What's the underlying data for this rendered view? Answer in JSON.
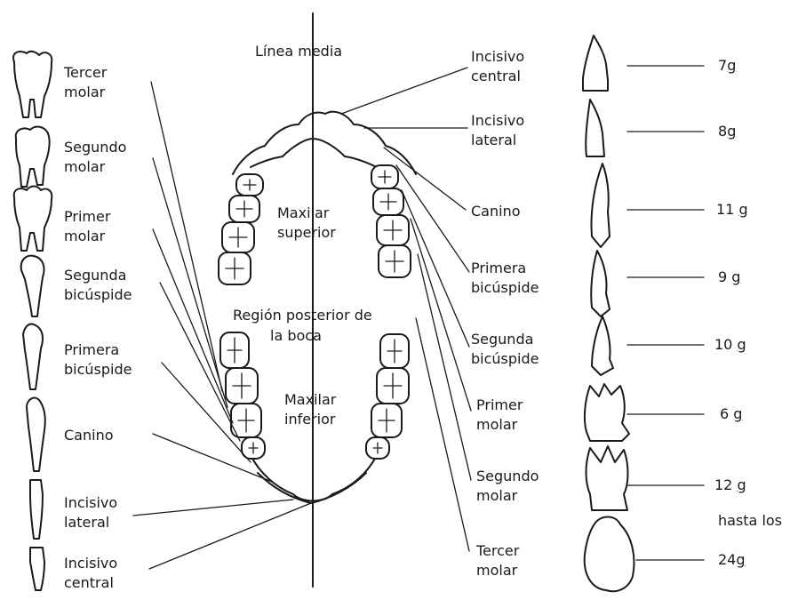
{
  "arch_labels": {
    "midline": "Línea media",
    "upper_jaw": [
      "Maxilar",
      "superior"
    ],
    "posterior_region": [
      "Región posterior de",
      "la boca"
    ],
    "lower_jaw": [
      "Maxilar",
      "inferior"
    ]
  },
  "left_labels": [
    [
      "Tercer",
      "molar"
    ],
    [
      "Segundo",
      "molar"
    ],
    [
      "Primer",
      "molar"
    ],
    [
      "Segunda",
      "bicúspide"
    ],
    [
      "Primera",
      "bicúspide"
    ],
    [
      "Canino"
    ],
    [
      "Incisivo",
      "lateral"
    ],
    [
      "Incisivo",
      "central"
    ]
  ],
  "right_labels": [
    [
      "Incisivo",
      "central"
    ],
    [
      "Incisivo",
      "lateral"
    ],
    [
      "Canino"
    ],
    [
      "Primera",
      "bicúspide"
    ],
    [
      "Segunda",
      "bicúspide"
    ],
    [
      "Primer",
      "molar"
    ],
    [
      "Segundo",
      "molar"
    ],
    [
      "Tercer",
      "molar"
    ]
  ],
  "weights": [
    {
      "value": "7",
      "unit": "g"
    },
    {
      "value": "8",
      "unit": "g"
    },
    {
      "value": "11",
      "unit": "g"
    },
    {
      "value": "9",
      "unit": "g"
    },
    {
      "value": "10",
      "unit": "g"
    },
    {
      "value": "6",
      "unit": "g"
    },
    {
      "value": "12",
      "unit": "g"
    },
    {
      "value": "24",
      "unit": "g"
    }
  ],
  "weights_note": "hasta los"
}
